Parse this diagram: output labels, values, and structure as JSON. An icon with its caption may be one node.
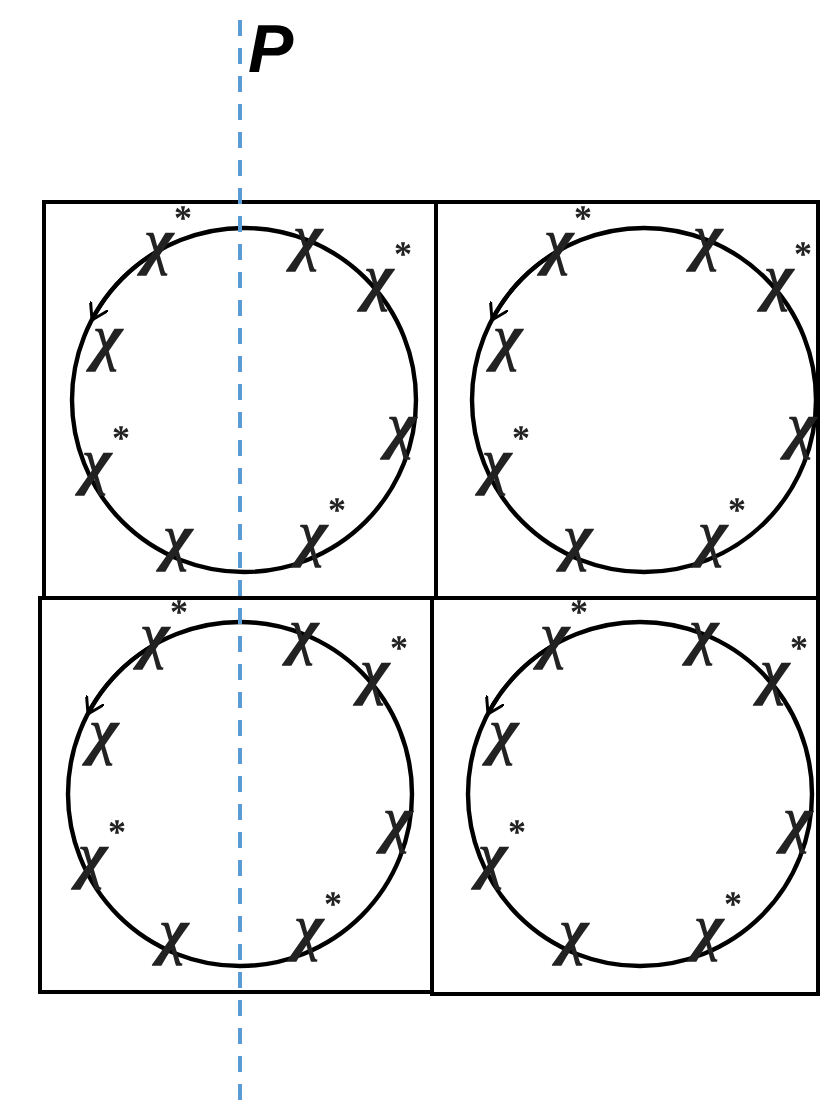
{
  "diagram": {
    "labels": [
      "P",
      "χ$^{*}$",
      "χ",
      "χ$^{*}$",
      "χ",
      "χ",
      "χ$^{*}$",
      "χ",
      "χ$^{*}$",
      "χ$^{*}$",
      "χ",
      "χ$^{*}$",
      "χ",
      "χ",
      "χ$^{*}$",
      "χ",
      "χ$^{*}$",
      "χ$^{*}$",
      "χ",
      "χ$^{*}$",
      "χ",
      "χ",
      "χ$^{*}$",
      "χ",
      "χ$^{*}$",
      "χ$^{*}$",
      "χ",
      "χ$^{*}$",
      "χ",
      "χ",
      "χ$^{*}$",
      "χ",
      "χ$^{*}$"
    ]
  }
}
